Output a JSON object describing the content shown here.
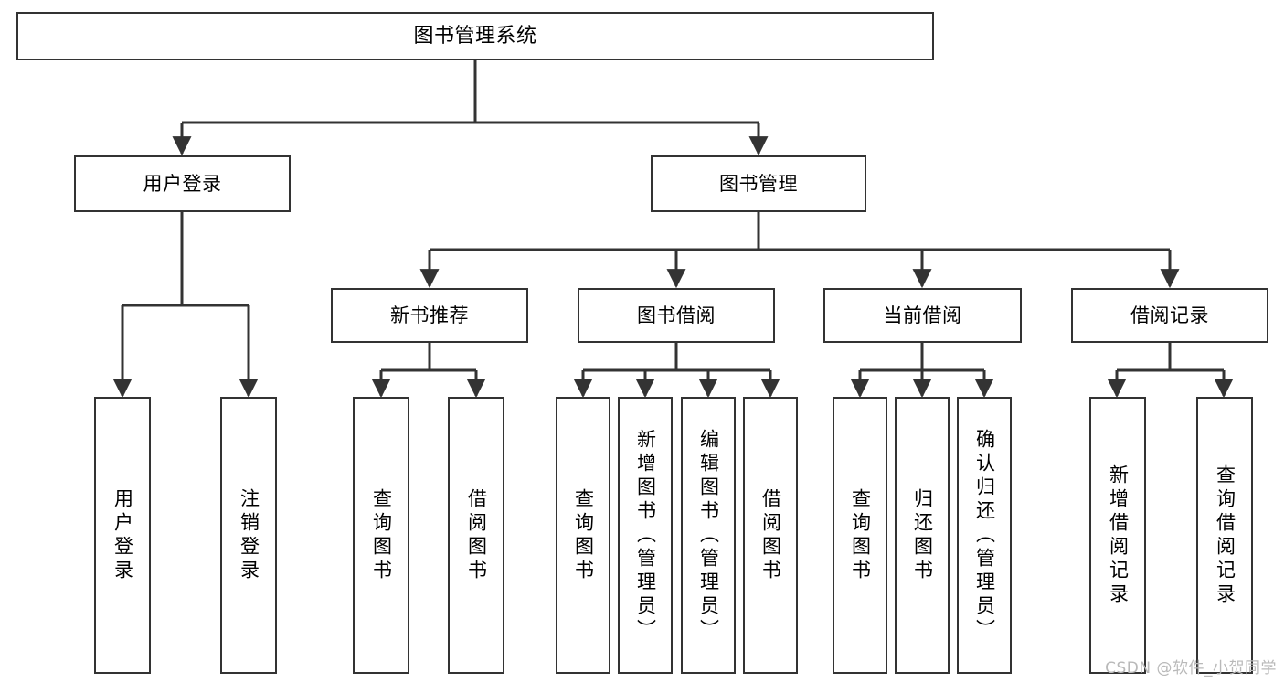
{
  "diagram": {
    "type": "tree",
    "title": "图书管理系统",
    "colors": {
      "node_border": "#333333",
      "node_fill": "#ffffff",
      "edge": "#333333",
      "text": "#000000",
      "watermark": "#b9b9b9",
      "background": "#ffffff"
    },
    "nodes": {
      "root": {
        "label": "图书管理系统"
      },
      "level2": [
        {
          "id": "user-login",
          "label": "用户登录"
        },
        {
          "id": "book-manage",
          "label": "图书管理"
        }
      ],
      "level3": [
        {
          "id": "new-book-recommend",
          "label": "新书推荐"
        },
        {
          "id": "book-borrow",
          "label": "图书借阅"
        },
        {
          "id": "current-borrow",
          "label": "当前借阅"
        },
        {
          "id": "borrow-record",
          "label": "借阅记录"
        }
      ],
      "leaves": {
        "user-login": [
          {
            "id": "leaf-user-login",
            "label": "用户登录"
          },
          {
            "id": "leaf-logout",
            "label": "注销登录"
          }
        ],
        "new-book-recommend": [
          {
            "id": "leaf-query-book-1",
            "label": "查询图书"
          },
          {
            "id": "leaf-borrow-book-1",
            "label": "借阅图书"
          }
        ],
        "book-borrow": [
          {
            "id": "leaf-query-book-2",
            "label": "查询图书"
          },
          {
            "id": "leaf-add-book",
            "label": "新增图书（管理员）"
          },
          {
            "id": "leaf-edit-book",
            "label": "编辑图书（管理员）"
          },
          {
            "id": "leaf-borrow-book-2",
            "label": "借阅图书"
          }
        ],
        "current-borrow": [
          {
            "id": "leaf-query-book-3",
            "label": "查询图书"
          },
          {
            "id": "leaf-return-book",
            "label": "归还图书"
          },
          {
            "id": "leaf-confirm-return",
            "label": "确认归还（管理员）"
          }
        ],
        "borrow-record": [
          {
            "id": "leaf-add-record",
            "label": "新增借阅记录"
          },
          {
            "id": "leaf-query-record",
            "label": "查询借阅记录"
          }
        ]
      }
    }
  },
  "watermark": {
    "text": "CSDN @软件_小贺同学"
  }
}
